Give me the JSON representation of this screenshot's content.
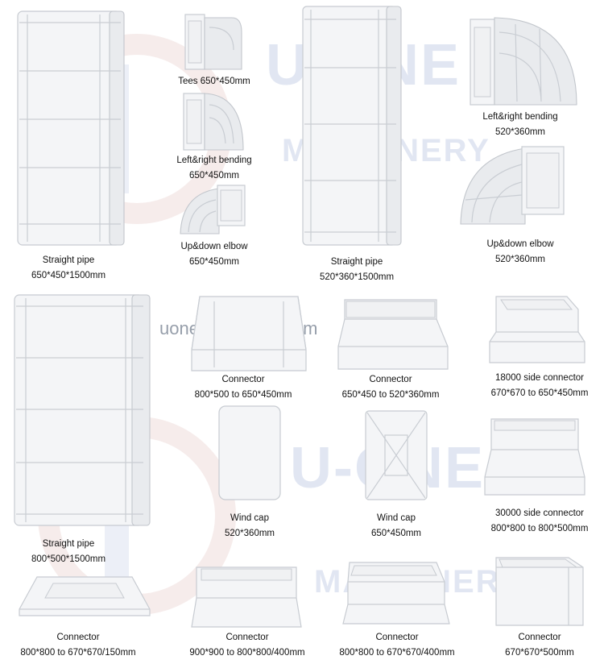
{
  "watermark": {
    "brand_top": "U-ONE",
    "brand_mid": "MACHINERY",
    "brand_bottom": "U-ONE",
    "brand_bottom2": "MACHINERY",
    "url": "uonemachinery.com",
    "color": "#c9d2e8"
  },
  "products": [
    {
      "name": "Straight pipe",
      "size": "650*450*1500mm"
    },
    {
      "name": "Tees 650*450mm",
      "size": ""
    },
    {
      "name": "Left&right bending",
      "size": "650*450mm"
    },
    {
      "name": "Up&down elbow",
      "size": "650*450mm"
    },
    {
      "name": "Straight pipe",
      "size": "520*360*1500mm"
    },
    {
      "name": "Left&right bending",
      "size": "520*360mm"
    },
    {
      "name": "Up&down elbow",
      "size": "520*360mm"
    },
    {
      "name": "Straight pipe",
      "size": "800*500*1500mm"
    },
    {
      "name": "Connector",
      "size": "800*500 to 650*450mm"
    },
    {
      "name": "Connector",
      "size": "650*450 to 520*360mm"
    },
    {
      "name": "18000 side connector",
      "size": "670*670 to 650*450mm"
    },
    {
      "name": "Wind cap",
      "size": "520*360mm"
    },
    {
      "name": "Wind cap",
      "size": "650*450mm"
    },
    {
      "name": "30000 side connector",
      "size": "800*800 to 800*500mm"
    },
    {
      "name": "Connector",
      "size": "800*800 to 670*670/150mm"
    },
    {
      "name": "Connector",
      "size": "900*900 to 800*800/400mm"
    },
    {
      "name": "Connector",
      "size": "800*800 to 670*670/400mm"
    },
    {
      "name": "Connector",
      "size": "670*670*500mm"
    }
  ]
}
